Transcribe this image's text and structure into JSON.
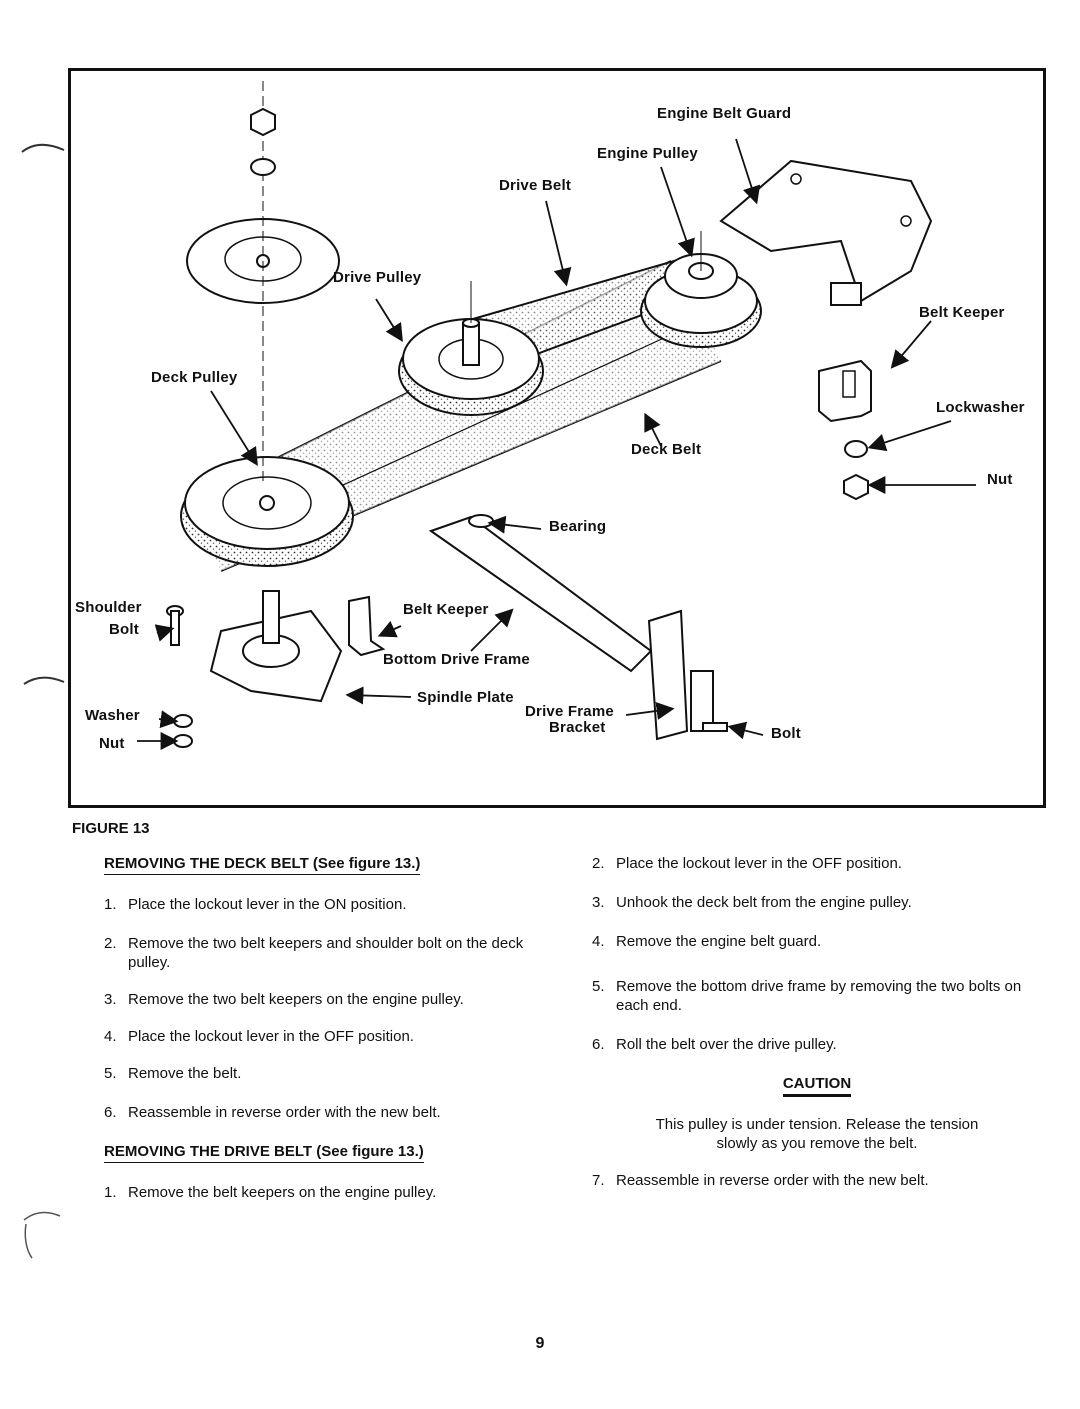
{
  "figure": {
    "labels": {
      "engine_belt_guard": "Engine Belt Guard",
      "engine_pulley": "Engine Pulley",
      "drive_belt": "Drive Belt",
      "drive_pulley": "Drive Pulley",
      "belt_keeper_right": "Belt Keeper",
      "deck_pulley": "Deck Pulley",
      "lockwasher": "Lockwasher",
      "deck_belt": "Deck Belt",
      "nut_right": "Nut",
      "bearing": "Bearing",
      "shoulder_bolt_line1": "Shoulder",
      "shoulder_bolt_line2": "Bolt",
      "belt_keeper_center": "Belt Keeper",
      "bottom_drive_frame": "Bottom Drive Frame",
      "spindle_plate": "Spindle Plate",
      "washer": "Washer",
      "drive_frame_bracket_line1": "Drive Frame",
      "drive_frame_bracket_line2": "Bracket",
      "bolt_right": "Bolt",
      "nut_left": "Nut"
    },
    "caption": "FIGURE 13"
  },
  "deck_belt_section": {
    "heading": "REMOVING THE DECK BELT (See figure 13.)",
    "steps": [
      {
        "num": "1.",
        "text": "Place the lockout lever in the ON position."
      },
      {
        "num": "2.",
        "text": "Remove the two belt keepers and shoulder bolt on the deck pulley."
      },
      {
        "num": "3.",
        "text": "Remove the two belt keepers on the engine pulley."
      },
      {
        "num": "4.",
        "text": "Place the lockout lever in the OFF position."
      },
      {
        "num": "5.",
        "text": "Remove the belt."
      },
      {
        "num": "6.",
        "text": "Reassemble in reverse order with the new belt."
      }
    ]
  },
  "drive_belt_section": {
    "heading": "REMOVING THE DRIVE BELT (See figure 13.)",
    "steps": [
      {
        "num": "1.",
        "text": "Remove the belt keepers on the engine pulley."
      },
      {
        "num": "2.",
        "text": "Place the lockout lever in the OFF position."
      },
      {
        "num": "3.",
        "text": "Unhook the deck belt from the engine pulley."
      },
      {
        "num": "4.",
        "text": "Remove the engine belt guard."
      },
      {
        "num": "5.",
        "text": "Remove the bottom drive frame by removing the two bolts on each end."
      },
      {
        "num": "6.",
        "text": "Roll the belt over the drive pulley."
      },
      {
        "num": "7.",
        "text": "Reassemble in reverse order with the new belt."
      }
    ]
  },
  "caution": {
    "title": "CAUTION",
    "text": "This pulley is under tension. Release the tension slowly as you remove the belt."
  },
  "page_number": "9"
}
